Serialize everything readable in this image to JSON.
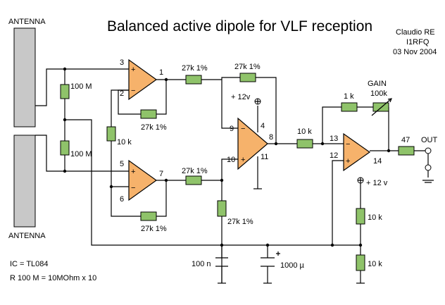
{
  "title": "Balanced active dipole for VLF reception",
  "author": {
    "name": "Claudio RE",
    "callsign": "I1RFQ",
    "date": "03 Nov 2004"
  },
  "antenna_labels": {
    "top": "ANTENNA",
    "bottom": "ANTENNA"
  },
  "notes": {
    "ic": "IC = TL084",
    "r100m": "R 100 M = 10MOhm x 10"
  },
  "components": {
    "r_in_top": "100 M",
    "r_in_bottom": "100 M",
    "r_gain_link": "10 k",
    "r_fb_top": "27k 1%",
    "r_fb_bottom": "27k 1%",
    "r_series_top": "27k 1%",
    "r_series_bottom": "27k 1%",
    "r_fb_diff": "27k 1%",
    "r_gnd_diff": "27k 1%",
    "r_out_diff": "10 k",
    "r_gain_fixed": "1 k",
    "pot_gain_label": "GAIN",
    "pot_gain_value": "100k",
    "r_out": "47",
    "r_div_top": "10 k",
    "r_div_bottom": "10 k",
    "cap_small": "100 n",
    "cap_big": "1000 µ",
    "supply_1": "+ 12v",
    "supply_2": "+ 12 v",
    "output": "OUT"
  },
  "pins": {
    "u1_in_plus": "3",
    "u1_in_minus": "2",
    "u1_out": "1",
    "u2_in_plus": "5",
    "u2_in_minus": "6",
    "u2_out": "7",
    "u3_in_minus": "9",
    "u3_in_plus": "10",
    "u3_vcc": "4",
    "u3_gnd": "11",
    "u3_out": "8",
    "u4_in_minus": "13",
    "u4_in_plus": "12",
    "u4_out": "14"
  }
}
